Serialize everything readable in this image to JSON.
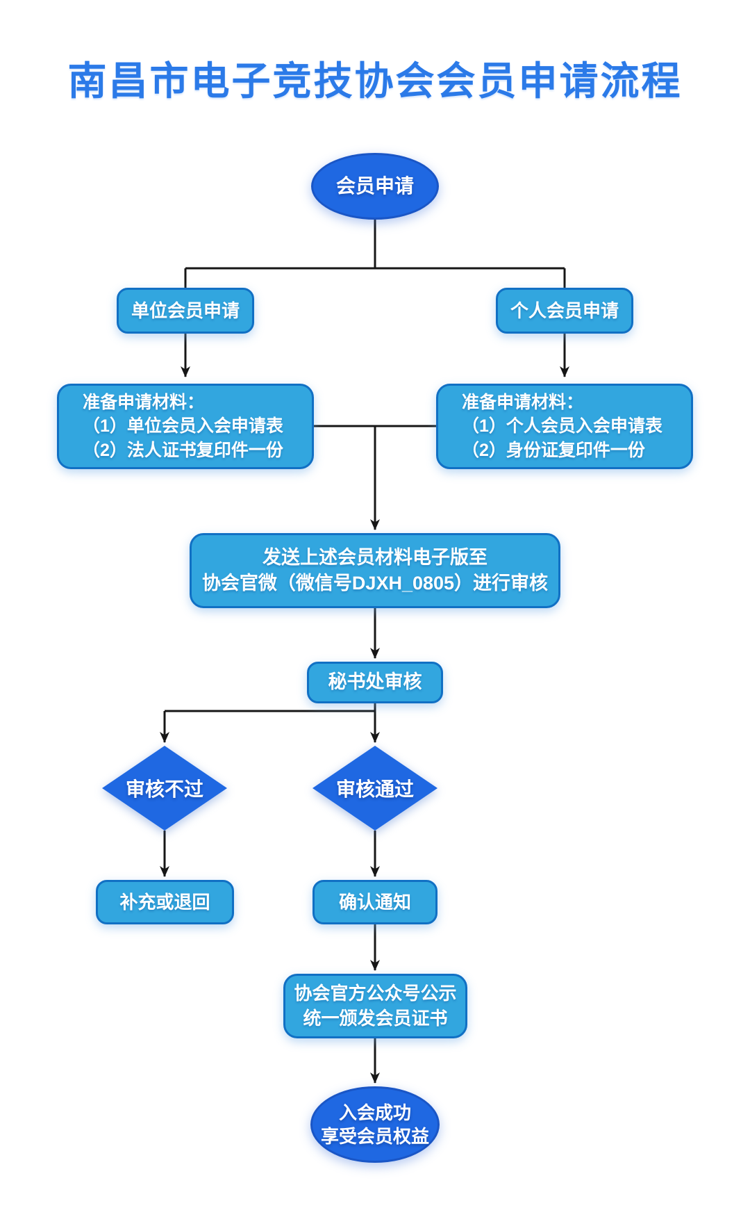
{
  "page": {
    "title": "南昌市电子竞技协会会员申请流程"
  },
  "flowchart": {
    "nodes": {
      "start": "会员申请",
      "unit_apply": "单位会员申请",
      "personal_apply": "个人会员申请",
      "unit_materials": [
        "准备申请材料：",
        "（1）单位会员入会申请表",
        "（2）法人证书复印件一份"
      ],
      "personal_materials": [
        "准备申请材料：",
        "（1）个人会员入会申请表",
        "（2）身份证复印件一份"
      ],
      "send_review": [
        "发送上述会员材料电子版至",
        "协会官微（微信号DJXH_0805）进行审核"
      ],
      "secretariat_review": "秘书处审核",
      "review_fail": "审核不过",
      "review_pass": "审核通过",
      "supplement_or_return": "补充或退回",
      "confirm_notice": "确认通知",
      "announce": [
        "协会官方公众号公示",
        "统一颁发会员证书"
      ],
      "end": [
        "入会成功",
        "享受会员权益"
      ]
    },
    "colors": {
      "title_blue": "#2B7AE8",
      "dark_node_fill": "#1F68E2",
      "dark_node_border": "#1A56C6",
      "light_node_fill": "#32A6DF",
      "light_node_border": "#1170C4",
      "connector": "#161616",
      "node_text": "#FFFFFF",
      "background": "#FFFFFF"
    }
  }
}
